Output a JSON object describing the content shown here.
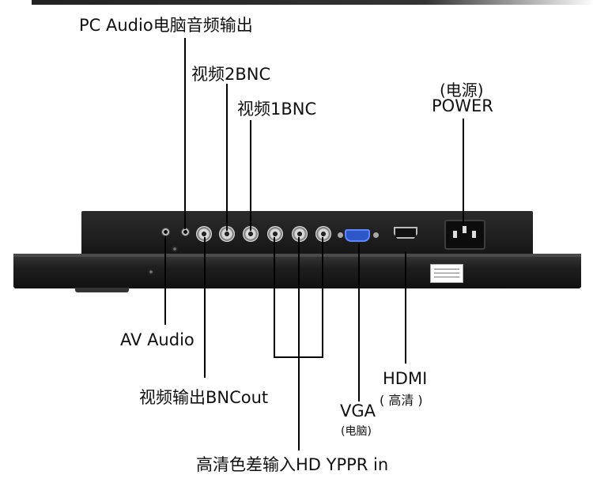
{
  "labels": {
    "pc_audio": "PC Audio电脑音频输出",
    "video2": "视频2BNC",
    "video1": "视频1BNC",
    "power_cn": "(电源)",
    "power_en": "POWER",
    "av_audio": "AV Audio",
    "bnc_out": "视频输出BNCout",
    "hdmi": "HDMI",
    "hdmi_sub": "( 高清 )",
    "vga": "VGA",
    "vga_sub": "(电脑)",
    "ypbpr": "高清色差输入HD YPPR in"
  },
  "colors": {
    "vga_connector": "#2d57c9",
    "chassis": "#1a1a1a"
  }
}
